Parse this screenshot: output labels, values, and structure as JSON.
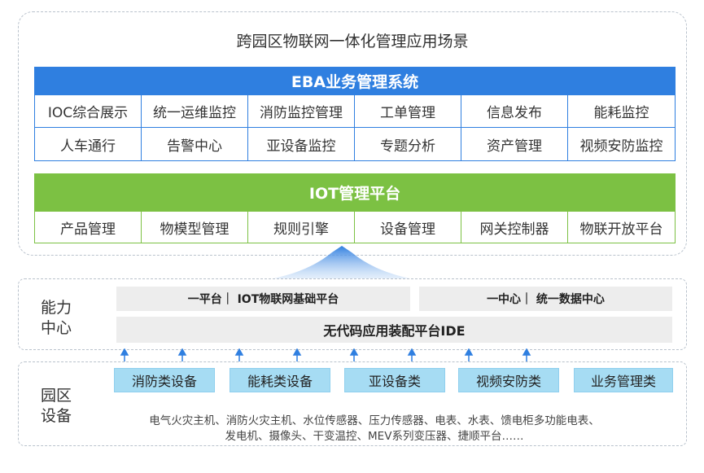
{
  "scenario_title": "跨园区物联网一体化管理应用场景",
  "eba": {
    "title": "EBA业务管理系统",
    "row1": [
      "IOC综合展示",
      "统一运维监控",
      "消防监控管理",
      "工单管理",
      "信息发布",
      "能耗监控"
    ],
    "row2": [
      "人车通行",
      "告警中心",
      "亚设备监控",
      "专题分析",
      "资产管理",
      "视频安防监控"
    ],
    "color": "#2f7fe0"
  },
  "iot": {
    "title": "IOT管理平台",
    "items": [
      "产品管理",
      "物模型管理",
      "规则引擎",
      "设备管理",
      "网关控制器",
      "物联开放平台"
    ],
    "color": "#7cc143"
  },
  "capability": {
    "label_line1": "能力",
    "label_line2": "中心",
    "left_box": "一平台｜ IOT物联网基础平台",
    "right_box": "一中心｜ 统一数据中心",
    "ide_box": "无代码应用装配平台IDE"
  },
  "park": {
    "label_line1": "园区",
    "label_line2": "设备",
    "categories": [
      "消防类设备",
      "能耗类设备",
      "亚设备类",
      "视频安防类",
      "业务管理类"
    ],
    "devices_line1": "电气火灾主机、消防火灾主机、水位传感器、压力传感器、电表、水表、馈电柜多功能电表、",
    "devices_line2": "发电机、摄像头、干变温控、MEV系列变压器、捷顺平台……",
    "color": "#a6dcf3"
  }
}
